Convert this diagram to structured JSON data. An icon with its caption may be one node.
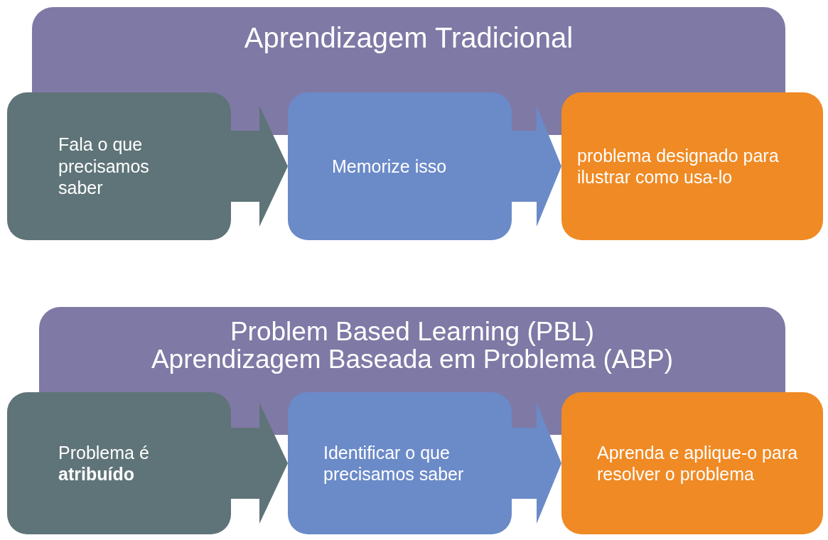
{
  "diagram": {
    "nodes": [
      {
        "text": [
          "Aprendizagem Tradicional"
        ]
      },
      {
        "text": [
          "Fala o que precisamos saber"
        ]
      },
      {
        "text": [
          "Memorize isso"
        ]
      },
      {
        "text": [
          "problema designado para ilustrar como usa-lo"
        ]
      },
      {
        "text": [
          "Problem Based Learning (PBL)",
          "Aprendizagem Baseada em Problema (ABP)"
        ]
      },
      {
        "text": [
          "Problema é **atribuído**"
        ]
      },
      {
        "text": [
          "Identificar o que precisamos saber"
        ]
      },
      {
        "text": [
          "Aprenda e aplique-o para resolver o problema"
        ]
      }
    ],
    "edges": [
      {
        "from": 1,
        "to": 2,
        "arrow": "to",
        "style": "thick",
        "color": "#5f7479"
      },
      {
        "from": 2,
        "to": 3,
        "arrow": "to",
        "style": "thick",
        "color": "#6b8ac8"
      },
      {
        "from": 5,
        "to": 6,
        "arrow": "to",
        "style": "thick",
        "color": "#5f7479"
      },
      {
        "from": 6,
        "to": 7,
        "arrow": "to",
        "style": "thick",
        "color": "#6b8ac8"
      }
    ]
  }
}
